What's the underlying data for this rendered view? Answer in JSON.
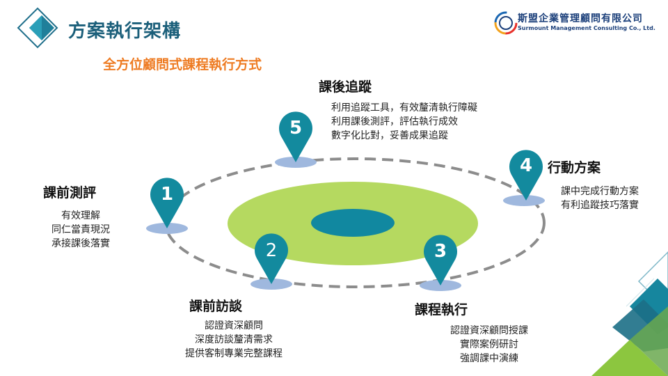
{
  "header": {
    "title": "方案執行架構",
    "subtitle": "全方位顧問式課程執行方式"
  },
  "logo": {
    "company_cn": "斯盟企業管理顧問有限公司",
    "company_en": "Surmount Management Consulting Co., Ltd."
  },
  "steps": [
    {
      "number": "1",
      "title": "課前測評",
      "lines": [
        "有效理解",
        "同仁當責現況",
        "承接課後落實"
      ]
    },
    {
      "number": "2",
      "title": "課前訪談",
      "lines": [
        "認證資深顧問",
        "深度訪談釐清需求",
        "提供客制專業完整課程"
      ]
    },
    {
      "number": "3",
      "title": "課程執行",
      "lines": [
        "認證資深顧問授課",
        "實際案例研討",
        "強調課中演練"
      ]
    },
    {
      "number": "4",
      "title": "行動方案",
      "lines": [
        "課中完成行動方案",
        "有利追蹤技巧落實"
      ]
    },
    {
      "number": "5",
      "title": "課後追蹤",
      "lines": [
        "利用追蹤工具，有效釐清執行障礙",
        "利用課後測評，評估執行成效",
        "數字化比對，妥善成果追蹤"
      ]
    }
  ],
  "colors": {
    "title": "#1b5f7a",
    "subtitle": "#ee7b22",
    "pin": "#138a9e",
    "ring": "#8a8a8a",
    "outer_disc": "#b5d960",
    "inner_disc": "#1188a0",
    "pin_shadow": "#9fb8de"
  }
}
